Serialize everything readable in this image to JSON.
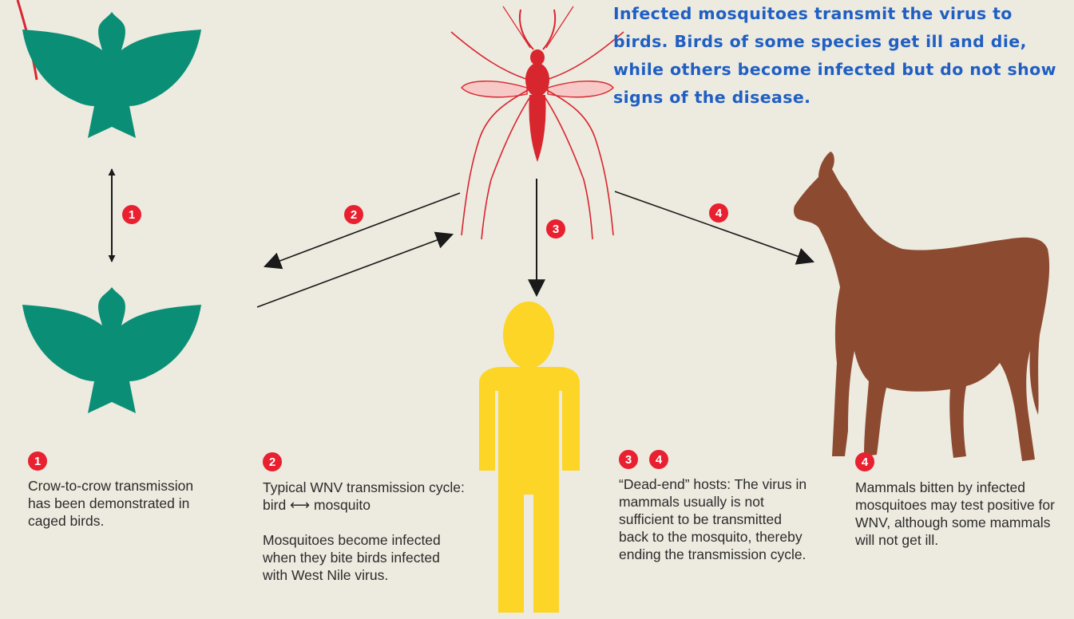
{
  "headline": "Infected mosquitoes transmit the virus to birds. Birds of some species get ill and die, while others become infected but do not show signs of the disease.",
  "labels": {
    "one": "1",
    "two": "2",
    "three": "3",
    "four": "4"
  },
  "colors": {
    "background": "#edeadf",
    "bird": "#0a8f76",
    "mosquito": "#d8262f",
    "human": "#fcd526",
    "horse": "#8c4b31",
    "badge": "#e8202f",
    "headline": "#1f5fc4"
  },
  "icons": [
    "bird-icon",
    "mosquito-icon",
    "human-icon",
    "horse-icon",
    "arrow-icon"
  ],
  "captions": {
    "c1": "Crow-to-crow transmission has been demonstrated in caged birds.",
    "c2a": "Typical WNV transmission cycle: bird ⟷ mosquito",
    "c2b": "Mosquitoes become infected when they bite birds infected with West Nile virus.",
    "c34": "“Dead-end” hosts: The virus in mammals usually is not sufficient to be transmitted back to the mosquito, thereby ending the transmission cycle.",
    "c4": "Mammals bitten by infected mosquitoes may test positive for WNV, although some mammals will not get ill."
  }
}
